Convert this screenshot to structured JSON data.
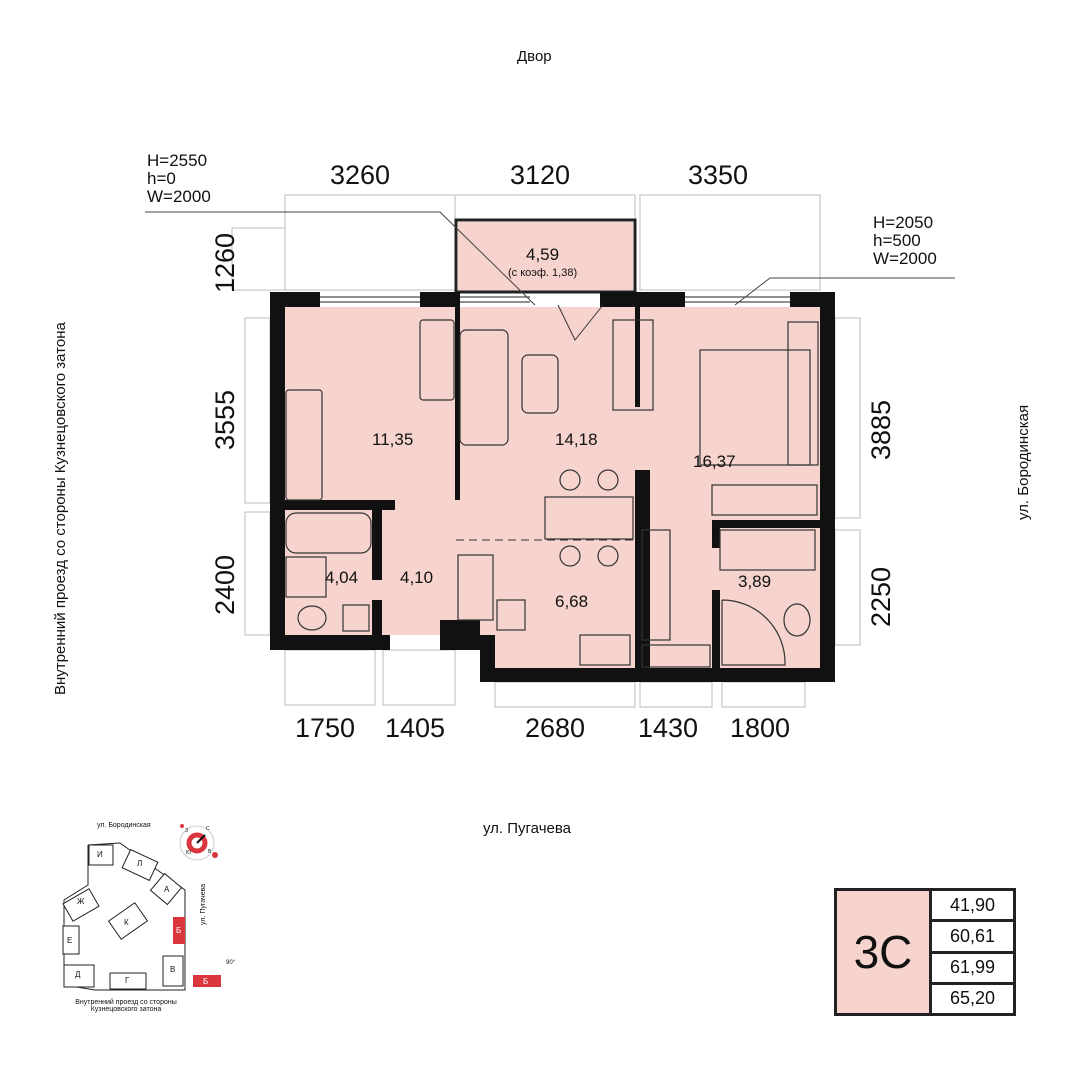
{
  "orientation": {
    "top": "Двор",
    "bottom": "ул. Пугачева",
    "left": "Внутренний проезд со стороны Кузнецовского затона",
    "right": "ул. Бородинская"
  },
  "dimensions": {
    "top": [
      "3260",
      "3120",
      "3350"
    ],
    "bottom": [
      "1750",
      "1405",
      "2680",
      "1430",
      "1800"
    ],
    "left": [
      "1260",
      "3555",
      "2400"
    ],
    "right": [
      "3885",
      "2250"
    ]
  },
  "windows": [
    {
      "lines": [
        "H=2550",
        "h=0",
        "W=2000"
      ]
    },
    {
      "lines": [
        "H=2050",
        "h=500",
        "W=2000"
      ]
    }
  ],
  "rooms": {
    "balcony": {
      "area": "4,59",
      "note": "(с коэф. 1,38)"
    },
    "bedroom1": "11,35",
    "living": "14,18",
    "bedroom2": "16,37",
    "bath1": "4,04",
    "hall": "4,10",
    "kitchen": "6,68",
    "bath2": "3,89"
  },
  "minimap": {
    "top_street": "ул. Бородинская",
    "right_street": "ул. Пугачева",
    "bottom_caption": [
      "Внутренний проезд со стороны",
      "Кузнецовского затона"
    ],
    "buildings": [
      "И",
      "Л",
      "А",
      "Ж",
      "К",
      "Б",
      "Е",
      "Д",
      "Г",
      "В"
    ],
    "highlight_label": "Б",
    "rotation": "90°",
    "compass": [
      "З",
      "С",
      "Ю",
      "В"
    ],
    "highlight_color": "#d9363e"
  },
  "legend": {
    "type": "3С",
    "areas": [
      "41,90",
      "60,61",
      "61,99",
      "65,20"
    ],
    "fill": "#f6d3cc"
  }
}
